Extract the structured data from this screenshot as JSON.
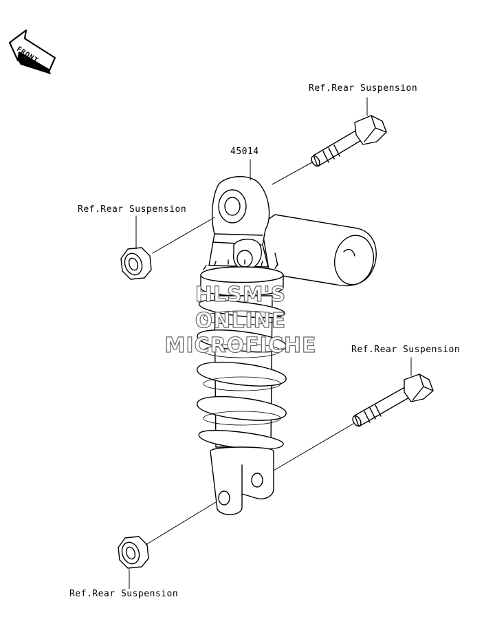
{
  "front_badge": {
    "label": "FRONT"
  },
  "part_number": "45014",
  "callouts": {
    "top_right": "Ref.Rear Suspension",
    "left_upper": "Ref.Rear Suspension",
    "right_lower": "Ref.Rear Suspension",
    "bottom_left": "Ref.Rear Suspension"
  },
  "watermark": {
    "line1": "HLSM'S",
    "line2": "ONLINE",
    "line3": "MICROFICHE"
  },
  "colors": {
    "line": "#000000",
    "watermark_outline": "#666666",
    "background": "#ffffff"
  }
}
